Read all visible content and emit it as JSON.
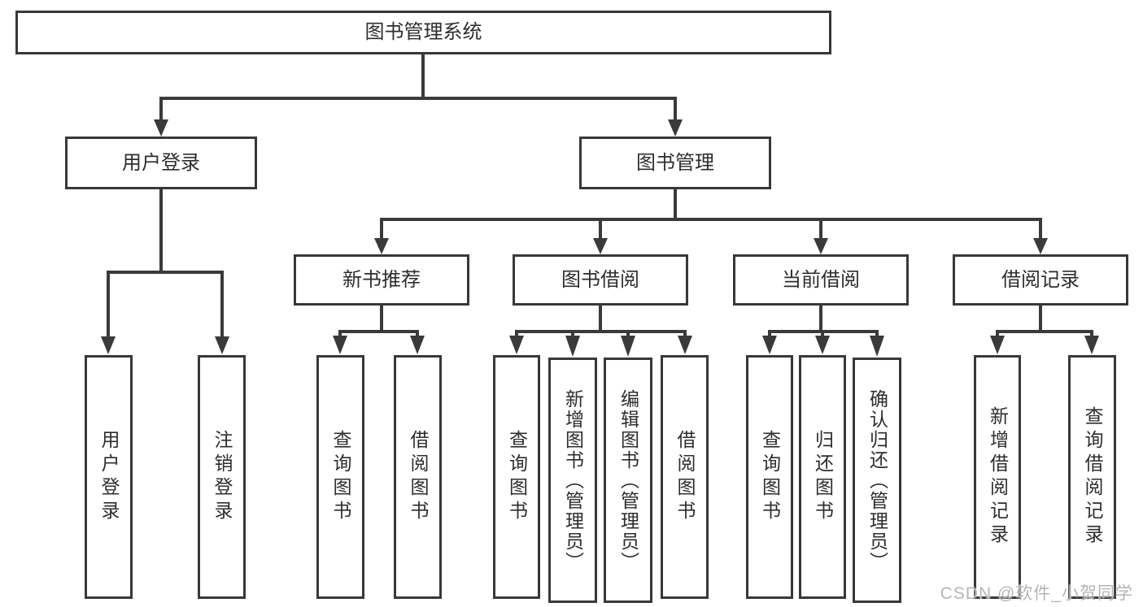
{
  "tree": {
    "root": {
      "label": "图书管理系统",
      "children": [
        {
          "label": "用户登录",
          "children": [
            {
              "label": "用户登录"
            },
            {
              "label": "注销登录"
            }
          ]
        },
        {
          "label": "图书管理",
          "children": [
            {
              "label": "新书推荐",
              "children": [
                {
                  "label": "查询图书"
                },
                {
                  "label": "借阅图书"
                }
              ]
            },
            {
              "label": "图书借阅",
              "children": [
                {
                  "label": "查询图书"
                },
                {
                  "label": "新增图书（管理员）"
                },
                {
                  "label": "编辑图书（管理员）"
                },
                {
                  "label": "借阅图书"
                }
              ]
            },
            {
              "label": "当前借阅",
              "children": [
                {
                  "label": "查询图书"
                },
                {
                  "label": "归还图书"
                },
                {
                  "label": "确认归还（管理员）"
                }
              ]
            },
            {
              "label": "借阅记录",
              "children": [
                {
                  "label": "新增借阅记录"
                },
                {
                  "label": "查询借阅记录"
                }
              ]
            }
          ]
        }
      ]
    }
  },
  "watermark": {
    "text": "CSDN @软件_小贺同学"
  },
  "colors": {
    "line": "#3a3a3a",
    "border": "#383838",
    "text": "#2d2d2d",
    "watermark": "#b5b5b5",
    "background": "#ffffff"
  }
}
